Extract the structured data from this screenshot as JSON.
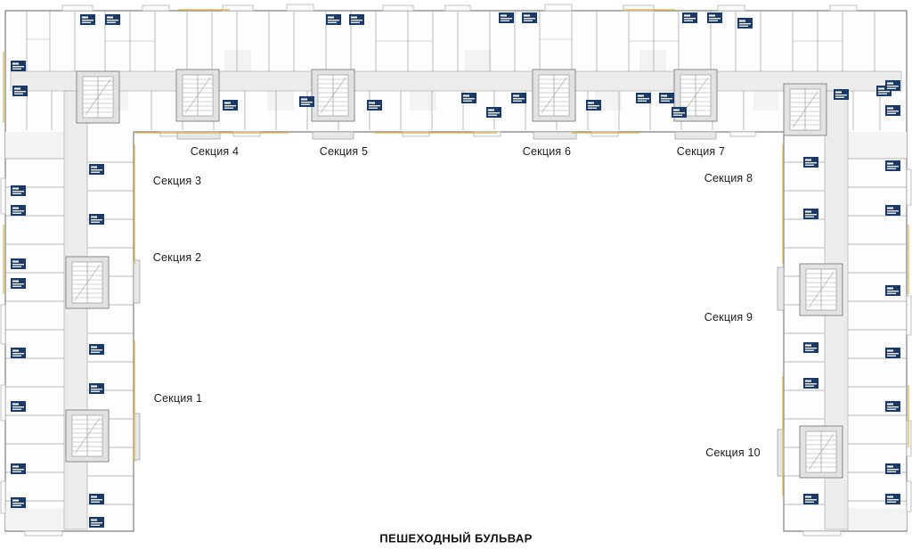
{
  "plan": {
    "sections": [
      {
        "label": "Секция 1"
      },
      {
        "label": "Секция 2"
      },
      {
        "label": "Секция 3"
      },
      {
        "label": "Секция 4"
      },
      {
        "label": "Секция 5"
      },
      {
        "label": "Секция 6"
      },
      {
        "label": "Секция 7"
      },
      {
        "label": "Секция 8"
      },
      {
        "label": "Секция 9"
      },
      {
        "label": "Секция 10"
      }
    ],
    "street_label": "ПЕШЕХОДНЫЙ БУЛЬВАР"
  },
  "palette": {
    "wall_line": "#8f8f8f",
    "corridor_fill": "#ececec",
    "core_fill": "#e2e2e2",
    "unit_chip_navy": "#1b3a66",
    "balcony_accent_yellow": "#d9b44c",
    "label_text": "#1c1c1c"
  },
  "icons": {
    "unit_chip": "unit-label-chip",
    "stair_core": "stair-core"
  }
}
